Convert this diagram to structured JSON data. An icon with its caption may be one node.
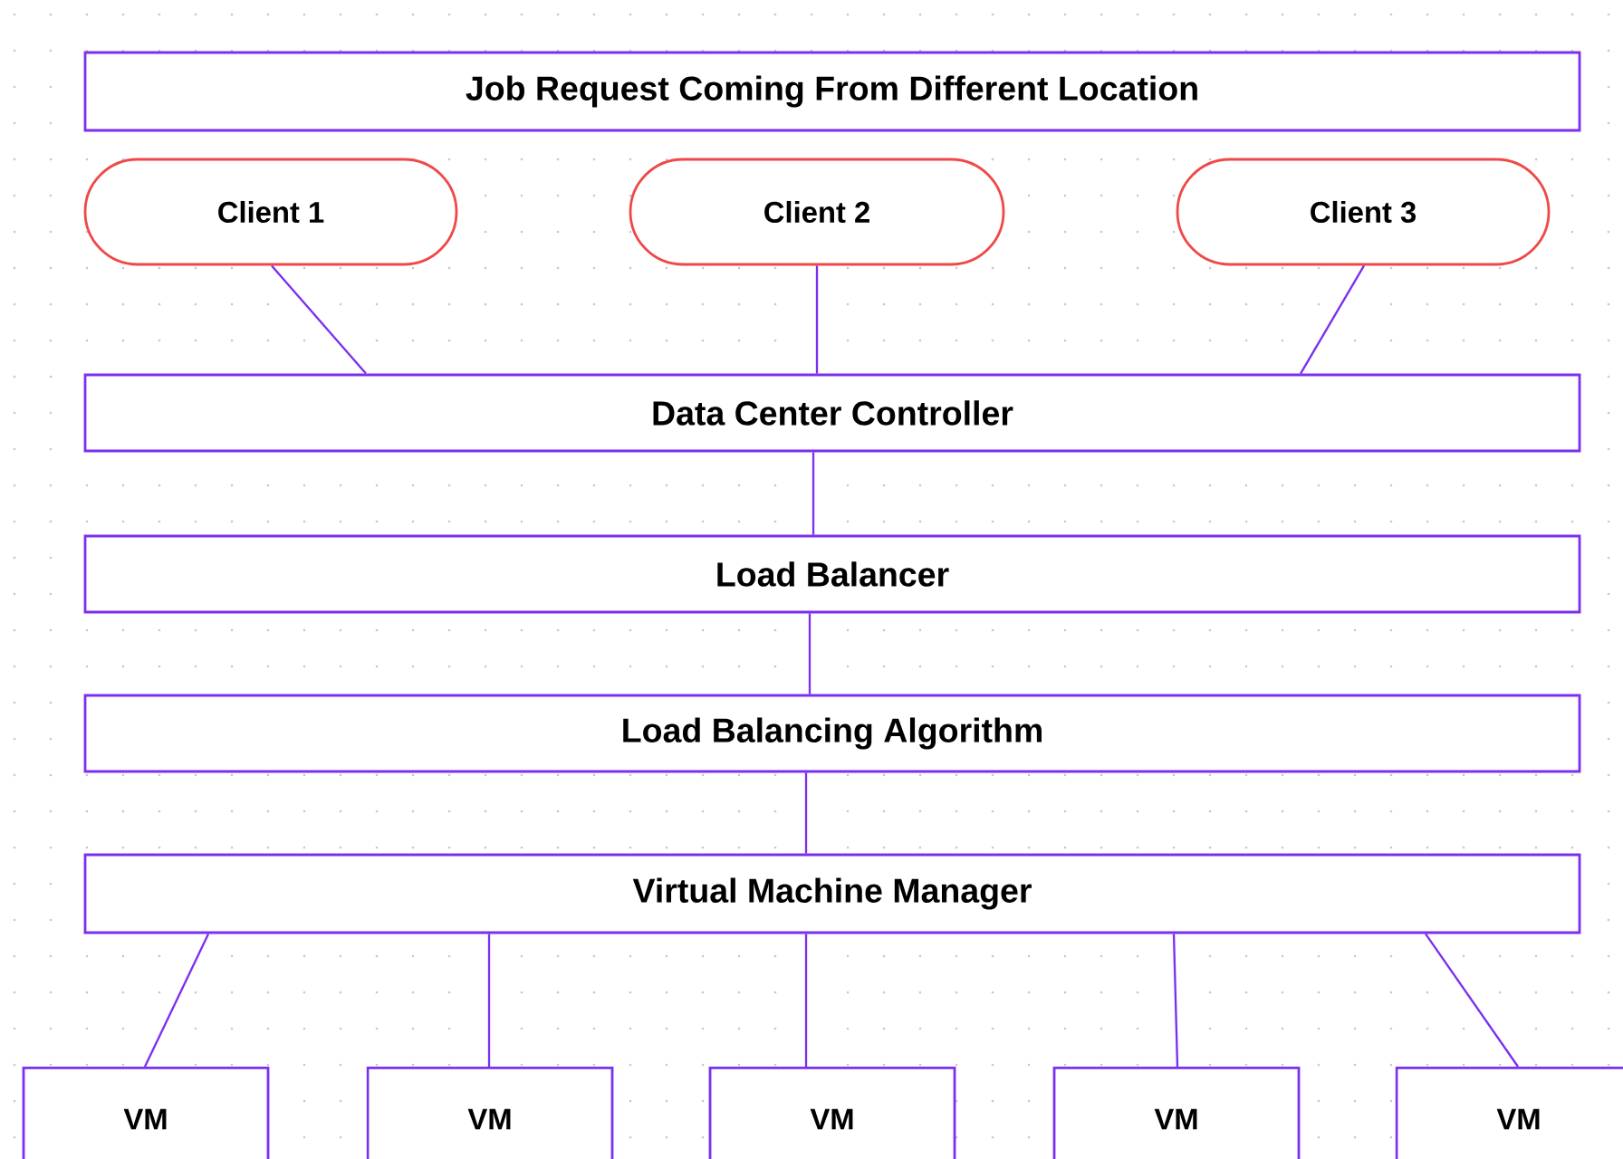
{
  "diagram": {
    "nodes": [
      {
        "text": [
          "Job Request Coming From Different Location"
        ]
      },
      {
        "text": [
          "Client 1"
        ]
      },
      {
        "text": [
          "Client 2"
        ]
      },
      {
        "text": [
          "Client 3"
        ]
      },
      {
        "text": [
          "Data Center Controller"
        ]
      },
      {
        "text": [
          "Load Balancer"
        ]
      },
      {
        "text": [
          "Load Balancing Algorithm"
        ]
      },
      {
        "text": [
          "Virtual Machine Manager"
        ]
      },
      {
        "text": [
          "VM"
        ]
      },
      {
        "text": [
          "VM"
        ]
      },
      {
        "text": [
          "VM"
        ]
      },
      {
        "text": [
          "VM"
        ]
      },
      {
        "text": [
          "VM"
        ]
      }
    ],
    "edges": [
      {
        "from": 1,
        "to": 4,
        "arrow": "none"
      },
      {
        "from": 2,
        "to": 4,
        "arrow": "none"
      },
      {
        "from": 3,
        "to": 4,
        "arrow": "none"
      },
      {
        "from": 4,
        "to": 5,
        "arrow": "none"
      },
      {
        "from": 5,
        "to": 6,
        "arrow": "none"
      },
      {
        "from": 6,
        "to": 7,
        "arrow": "none"
      },
      {
        "from": 7,
        "to": 8,
        "arrow": "none"
      },
      {
        "from": 7,
        "to": 9,
        "arrow": "none"
      },
      {
        "from": 7,
        "to": 10,
        "arrow": "none"
      },
      {
        "from": 7,
        "to": 11,
        "arrow": "none"
      },
      {
        "from": 7,
        "to": 12,
        "arrow": "none"
      }
    ]
  }
}
